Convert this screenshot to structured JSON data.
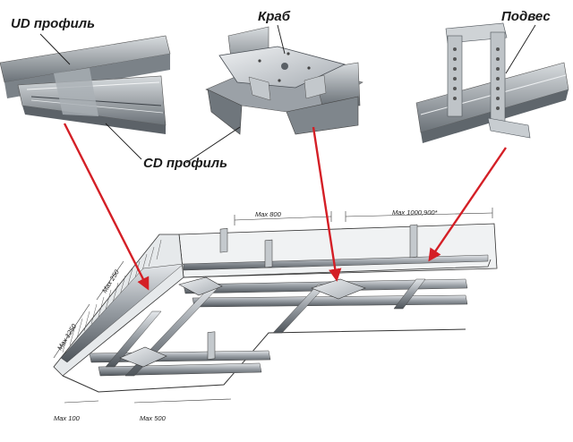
{
  "labels": {
    "ud_profile": "UD профиль",
    "crab": "Краб",
    "hanger": "Подвес",
    "cd_profile": "CD профиль"
  },
  "dimensions": {
    "top_left": "Max 800",
    "top_right": "Max 1000,900*",
    "left_upper": "Max 250",
    "left_lower": "Max 1250",
    "bottom_left": "Max 100",
    "bottom_right": "Max 500"
  },
  "colors": {
    "arrow": "#d41f26",
    "metal_light": "#c9cdd1",
    "metal_dark": "#5d636a",
    "ink": "#1a1a1a"
  }
}
